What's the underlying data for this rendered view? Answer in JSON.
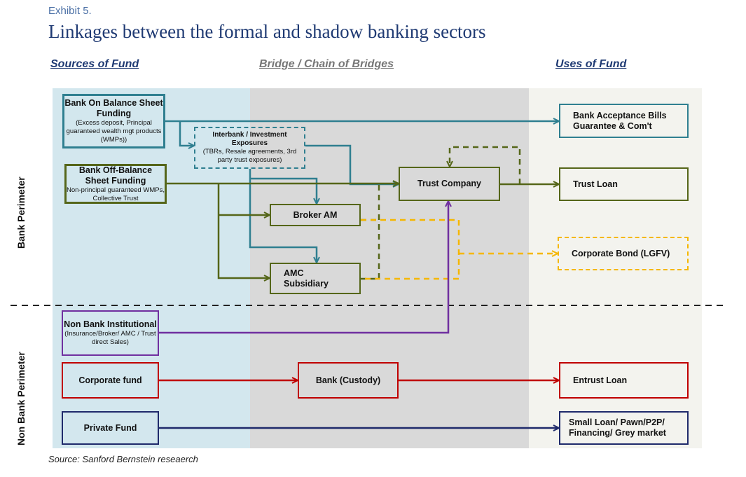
{
  "exhibit": "Exhibit 5.",
  "title": "Linkages between the formal and shadow banking sectors",
  "headers": {
    "sources": "Sources of Fund",
    "bridge": "Bridge / Chain of Bridges",
    "uses": "Uses of Fund"
  },
  "side_labels": {
    "bank": "Bank Perimeter",
    "non_bank": "Non Bank Perimeter"
  },
  "boxes": {
    "on_balance": {
      "title": "Bank On Balance Sheet Funding",
      "sub": "(Excess deposit, Principal guaranteed wealth mgt products (WMPs))"
    },
    "interbank": {
      "title": "Interbank / Investment Exposures",
      "sub": "(TBRs, Resale agreements, 3rd party trust exposures)"
    },
    "off_balance": {
      "title": "Bank Off-Balance Sheet Funding",
      "sub": "Non-principal guaranteed WMPs, Collective Trust"
    },
    "broker": "Broker AM",
    "amc": "AMC Subsidiary",
    "trust_company": "Trust Company",
    "acceptance": "Bank Acceptance Bills Guarantee & Com't",
    "trust_loan": "Trust Loan",
    "corp_bond": "Corporate Bond (LGFV)",
    "non_bank": {
      "title": "Non Bank Institutional",
      "sub": "(Insurance/Broker/ AMC / Trust direct Sales)"
    },
    "corporate_fund": "Corporate fund",
    "custody": "Bank  (Custody)",
    "entrust": "Entrust Loan",
    "private_fund": "Private Fund",
    "small_loan": "Small Loan/ Pawn/P2P/ Financing/ Grey market"
  },
  "colors": {
    "teal": "#2f7f90",
    "olive": "#556619",
    "yellow": "#f5b700",
    "purple": "#7030a0",
    "red": "#c00000",
    "navy": "#1f2a6b"
  },
  "source": "Source: Sanford Bernstein reseaerch"
}
